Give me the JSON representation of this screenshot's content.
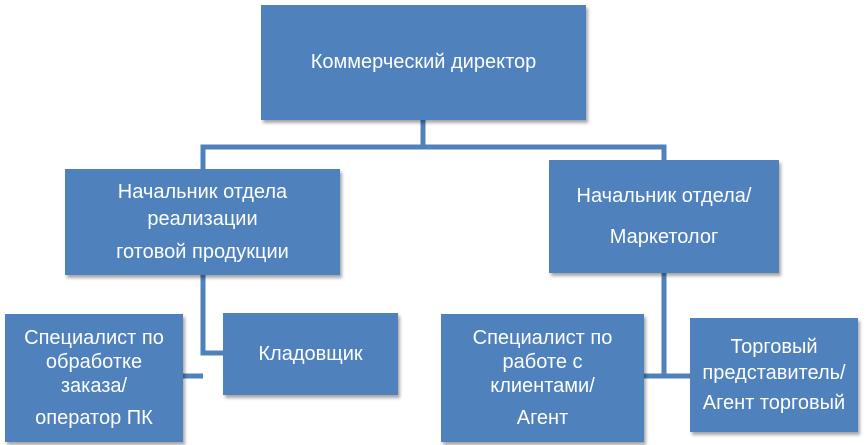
{
  "colors": {
    "box_fill": "#4f81bd",
    "text": "#ffffff",
    "connector": "#4f81bd"
  },
  "nodes": {
    "director": {
      "lines": [
        "Коммерческий директор"
      ]
    },
    "head_sales": {
      "lines": [
        "Начальник отдела",
        "реализации",
        "готовой продукции"
      ]
    },
    "head_marketing": {
      "lines": [
        "Начальник отдела/",
        "Маркетолог"
      ]
    },
    "order_specialist": {
      "lines": [
        "Специалист по",
        "обработке",
        "заказа/",
        "оператор ПК"
      ]
    },
    "storekeeper": {
      "lines": [
        "Кладовщик"
      ]
    },
    "client_specialist": {
      "lines": [
        "Специалист по",
        "работе с",
        "клиентами/",
        "Агент"
      ]
    },
    "sales_rep": {
      "lines": [
        "Торговый",
        "представитель/",
        "Агент торговый"
      ]
    }
  }
}
